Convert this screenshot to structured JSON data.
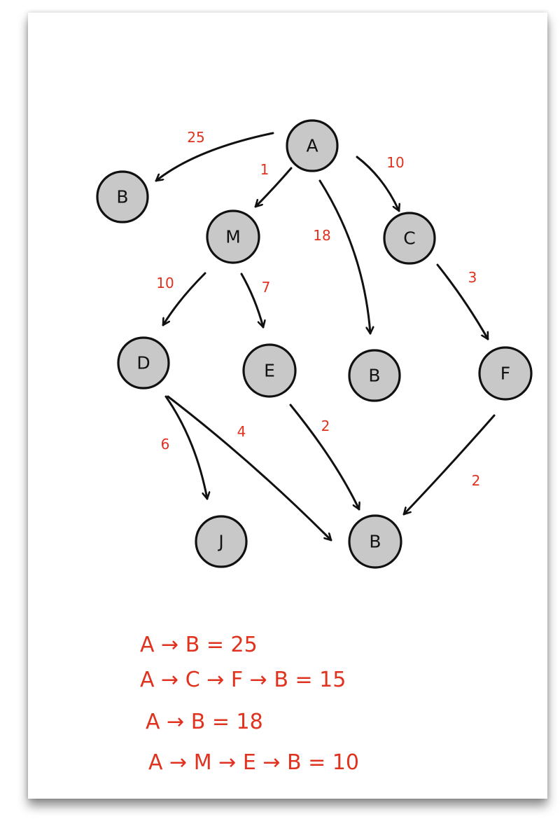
{
  "nodes": [
    {
      "id": "A",
      "label": "A"
    },
    {
      "id": "B1",
      "label": "B"
    },
    {
      "id": "M",
      "label": "M"
    },
    {
      "id": "C",
      "label": "C"
    },
    {
      "id": "D",
      "label": "D"
    },
    {
      "id": "E",
      "label": "E"
    },
    {
      "id": "B2",
      "label": "B"
    },
    {
      "id": "F",
      "label": "F"
    },
    {
      "id": "J",
      "label": "J"
    },
    {
      "id": "B3",
      "label": "B"
    }
  ],
  "edges": [
    {
      "from": "A",
      "to": "B1",
      "weight": "25"
    },
    {
      "from": "A",
      "to": "M",
      "weight": "1"
    },
    {
      "from": "A",
      "to": "B2",
      "weight": "18"
    },
    {
      "from": "A",
      "to": "C",
      "weight": "10"
    },
    {
      "from": "M",
      "to": "D",
      "weight": "10"
    },
    {
      "from": "M",
      "to": "E",
      "weight": "7"
    },
    {
      "from": "C",
      "to": "F",
      "weight": "3"
    },
    {
      "from": "D",
      "to": "J",
      "weight": "6"
    },
    {
      "from": "D",
      "to": "B3",
      "weight": "4"
    },
    {
      "from": "E",
      "to": "B3",
      "weight": "2"
    },
    {
      "from": "F",
      "to": "B3",
      "weight": "2"
    }
  ],
  "paths": [
    "A → B = 25",
    "A → C → F → B = 15",
    "A → B = 18",
    "A → M → E → B = 10"
  ],
  "colors": {
    "node_fill": "#c8c8c8",
    "ink": "#111111",
    "annotation": "#e0321e"
  }
}
